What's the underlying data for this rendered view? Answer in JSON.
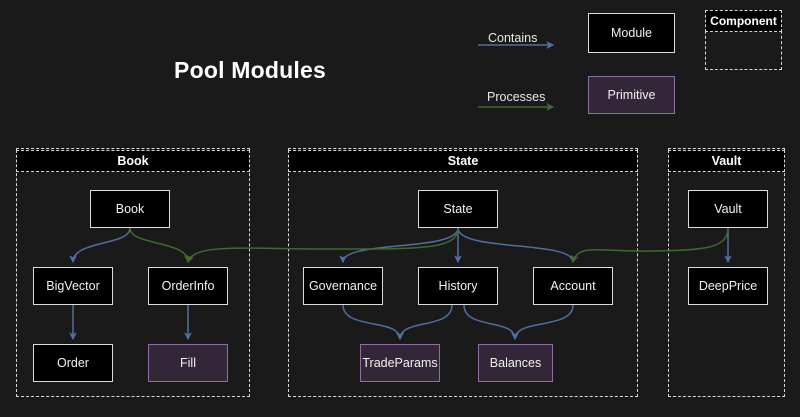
{
  "title": "Pool Modules",
  "background_color": "#1a1a1a",
  "legend": {
    "contains_label": "Contains",
    "processes_label": "Processes",
    "contains_color": "#4f6f9e",
    "processes_color": "#3d6b2e",
    "module_label": "Module",
    "module_fill": "#000000",
    "module_border": "#dcdcdc",
    "primitive_label": "Primitive",
    "primitive_fill": "#332639",
    "primitive_border": "#8f6fa3",
    "component_label": "Component"
  },
  "groups": [
    {
      "id": "book",
      "label": "Book",
      "nodes": [
        {
          "id": "book",
          "label": "Book",
          "kind": "module"
        },
        {
          "id": "bigvector",
          "label": "BigVector",
          "kind": "module"
        },
        {
          "id": "orderinfo",
          "label": "OrderInfo",
          "kind": "module"
        },
        {
          "id": "order",
          "label": "Order",
          "kind": "module"
        },
        {
          "id": "fill",
          "label": "Fill",
          "kind": "primitive"
        }
      ]
    },
    {
      "id": "state",
      "label": "State",
      "nodes": [
        {
          "id": "state",
          "label": "State",
          "kind": "module"
        },
        {
          "id": "governance",
          "label": "Governance",
          "kind": "module"
        },
        {
          "id": "history",
          "label": "History",
          "kind": "module"
        },
        {
          "id": "account",
          "label": "Account",
          "kind": "module"
        },
        {
          "id": "tradeparams",
          "label": "TradeParams",
          "kind": "primitive"
        },
        {
          "id": "balances",
          "label": "Balances",
          "kind": "primitive"
        }
      ]
    },
    {
      "id": "vault",
      "label": "Vault",
      "nodes": [
        {
          "id": "vault",
          "label": "Vault",
          "kind": "module"
        },
        {
          "id": "deepprice",
          "label": "DeepPrice",
          "kind": "module"
        }
      ]
    }
  ],
  "edges": [
    {
      "from": "book",
      "to": "bigvector",
      "type": "contains"
    },
    {
      "from": "book",
      "to": "orderinfo",
      "type": "contains"
    },
    {
      "from": "bigvector",
      "to": "order",
      "type": "contains"
    },
    {
      "from": "orderinfo",
      "to": "fill",
      "type": "contains"
    },
    {
      "from": "state",
      "to": "governance",
      "type": "contains"
    },
    {
      "from": "state",
      "to": "history",
      "type": "contains"
    },
    {
      "from": "state",
      "to": "account",
      "type": "contains"
    },
    {
      "from": "governance",
      "to": "tradeparams",
      "type": "contains"
    },
    {
      "from": "history",
      "to": "tradeparams",
      "type": "contains"
    },
    {
      "from": "history",
      "to": "balances",
      "type": "contains"
    },
    {
      "from": "account",
      "to": "balances",
      "type": "contains"
    },
    {
      "from": "vault",
      "to": "deepprice",
      "type": "contains"
    },
    {
      "from": "state",
      "to": "orderinfo",
      "type": "processes"
    },
    {
      "from": "vault",
      "to": "account",
      "type": "processes"
    }
  ]
}
